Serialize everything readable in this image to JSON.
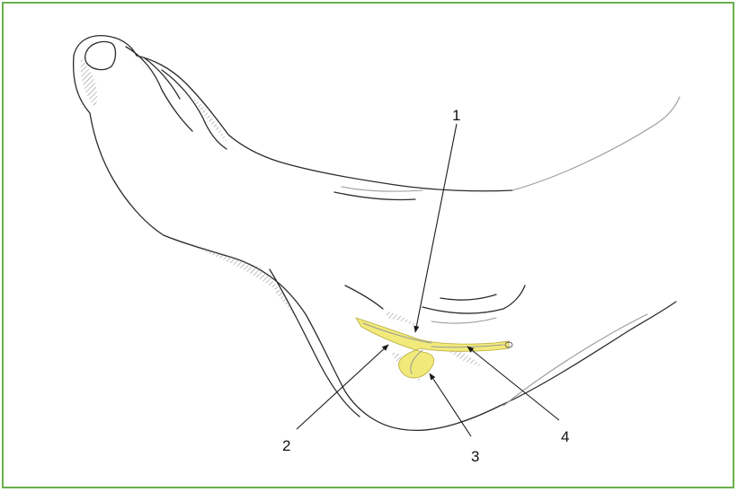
{
  "colors": {
    "frame_border": "#6ab04c",
    "nerve_fill": "#f1ea7a",
    "line": "#2b2b2b"
  },
  "callouts": [
    {
      "label": "1"
    },
    {
      "label": "2"
    },
    {
      "label": "3"
    },
    {
      "label": "4"
    }
  ]
}
